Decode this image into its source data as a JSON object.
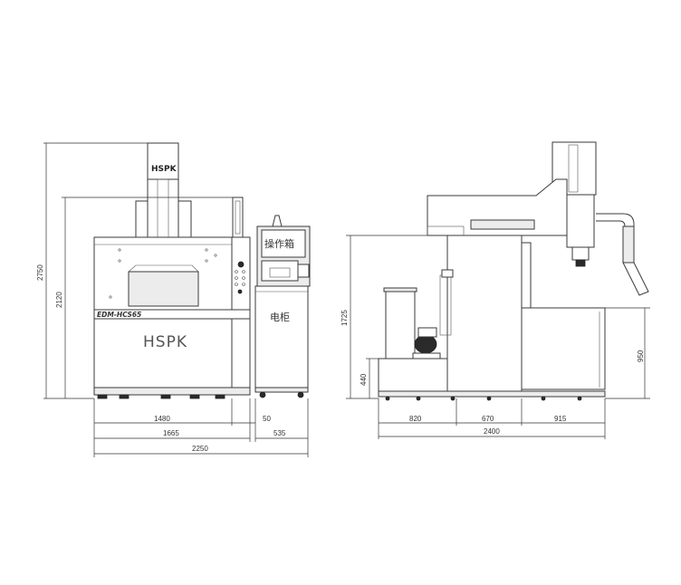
{
  "front_view": {
    "brand_head": "HSPK",
    "brand_body": "HSPK",
    "model": "EDM-HCS65",
    "operation_box_label": "操作箱",
    "electrical_cabinet_label": "电柜",
    "dims": {
      "overall_height": "2750",
      "body_height": "2120",
      "width_main": "1480",
      "gap": "50",
      "width_with_gap": "1665",
      "cabinet_width": "535",
      "overall_width": "2250"
    }
  },
  "side_view": {
    "dims": {
      "height": "1725",
      "base_height": "440",
      "tank_height": "950",
      "seg1": "820",
      "seg2": "670",
      "seg3": "915",
      "overall": "2400"
    }
  }
}
